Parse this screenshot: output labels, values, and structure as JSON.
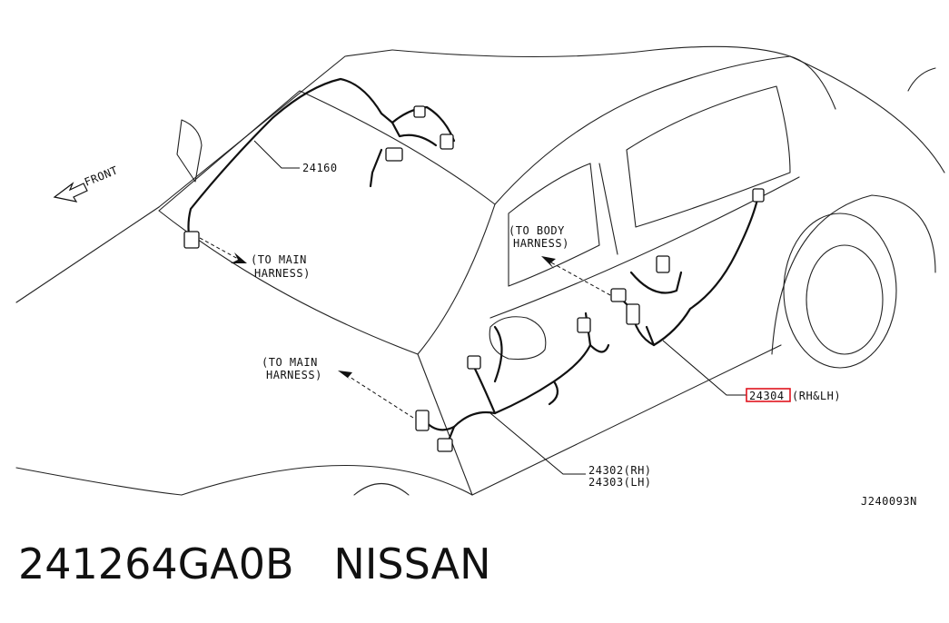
{
  "diagram": {
    "front_label": "FRONT",
    "callouts": {
      "roof_harness": "24160",
      "to_main_harness_top_1": "(TO MAIN",
      "to_main_harness_top_2": "HARNESS)",
      "to_body_harness_1": "(TO BODY",
      "to_body_harness_2": "HARNESS)",
      "to_main_harness_left_1": "(TO MAIN",
      "to_main_harness_left_2": "HARNESS)",
      "rear_door_part": "24304",
      "rear_door_suffix": "(RH&LH)",
      "front_door_rh": "24302(RH)",
      "front_door_lh": "24303(LH)"
    },
    "figure_code": "J240093N",
    "highlight_color": "#e0141e"
  },
  "caption": {
    "part_number": "241264GA0B",
    "brand": "NISSAN"
  }
}
